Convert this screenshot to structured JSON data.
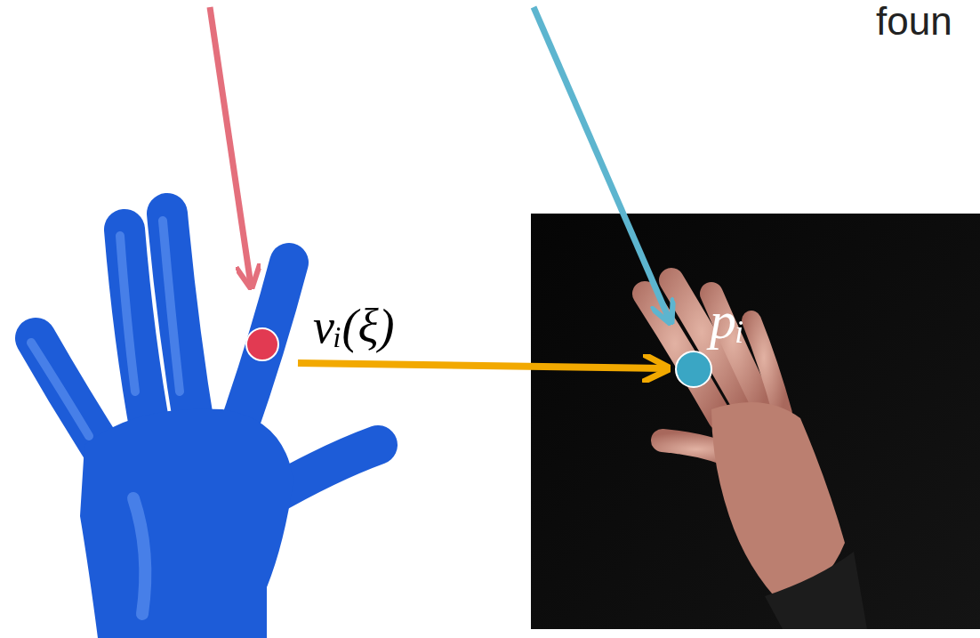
{
  "diagram": {
    "labels": [
      "vᵢ(ξ)",
      "pᵢ",
      "foun"
    ]
  }
}
